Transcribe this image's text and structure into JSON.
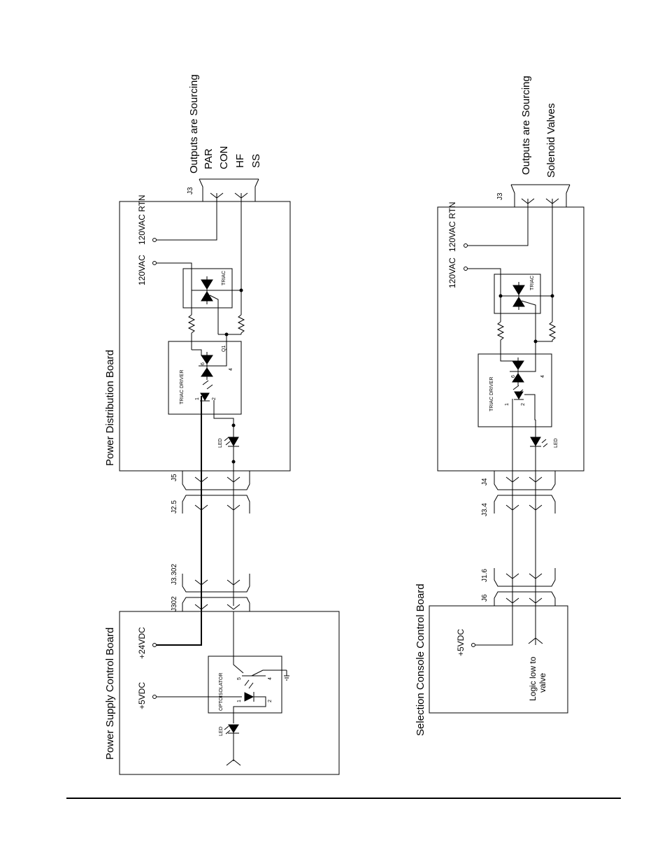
{
  "bottom_section": {
    "outputs_title": "Outputs are Sourcing",
    "outputs": [
      "PAR",
      "CON",
      "HF",
      "SS"
    ],
    "power_board": "Power Distribution Board",
    "supply_board": "Power Supply Control Board",
    "labels": {
      "j3": "J3",
      "rtn": "120VAC RTN",
      "vac": "120VAC",
      "triac": "TRIAC",
      "q1": "Q1",
      "triac_driver": "TRIAC DRIVER",
      "pin1": "1",
      "pin2": "2",
      "pin4": "4",
      "pin6": "6",
      "led": "LED",
      "j5": "J5",
      "j25": "J2.5",
      "j3302": "J3.302",
      "j302": "J302",
      "v24": "+24VDC",
      "v5": "+5VDC",
      "opto": "OPTOISOLATOR",
      "opto_pin1": "1",
      "opto_pin2": "2",
      "opto_pin4": "4",
      "opto_pin5": "5",
      "led2": "LED"
    }
  },
  "top_section": {
    "outputs_title": "Outputs are Sourcing",
    "outputs": [
      "Solenoid Valves"
    ],
    "power_board": "",
    "console_board": "Selection Console Control Board",
    "labels": {
      "j3": "J3",
      "rtn": "120VAC RTN",
      "vac": "120VAC",
      "triac": "TRIAC",
      "pin6": "6",
      "pin4": "4",
      "triac_driver": "TRIAC DRIVER",
      "pin1": "1",
      "pin2": "2",
      "led": "LED",
      "j4": "J4",
      "j34": "J3.4",
      "j16": "J1.6",
      "j6": "J6",
      "v5": "+5VDC",
      "logic": "Logic low to",
      "logic2": "valve"
    }
  }
}
